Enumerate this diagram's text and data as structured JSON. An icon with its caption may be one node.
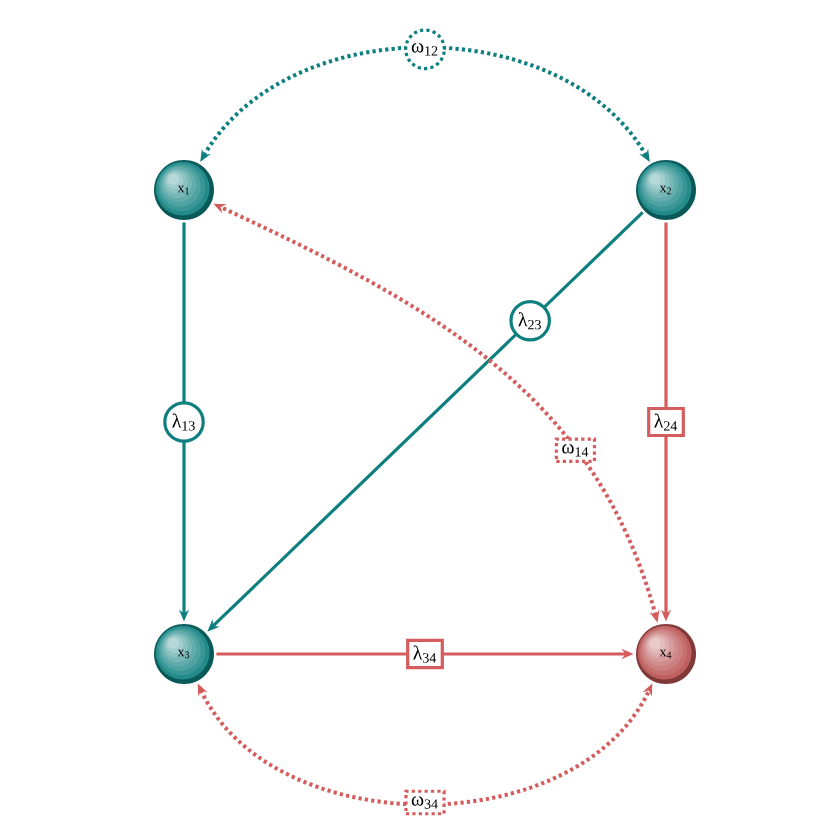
{
  "diagram": {
    "nodes": [
      {
        "text": [
          "x$_{1}$"
        ]
      },
      {
        "text": [
          "x$_{2}$"
        ]
      },
      {
        "text": [
          "x$_{3}$"
        ]
      },
      {
        "text": [
          "x$_{4}$"
        ]
      }
    ],
    "edges": [
      {
        "from": 0,
        "to": 2,
        "arrow": "to",
        "label": "λ$_{13}$",
        "color": "#0e7f7f"
      },
      {
        "from": 1,
        "to": 2,
        "arrow": "to",
        "label": "λ$_{23}$",
        "color": "#0e7f7f"
      },
      {
        "from": 1,
        "to": 3,
        "arrow": "to",
        "label": "λ$_{24}$",
        "color": "#d45c5c"
      },
      {
        "from": 2,
        "to": 3,
        "arrow": "to",
        "label": "λ$_{34}$",
        "color": "#d45c5c"
      },
      {
        "from": 0,
        "to": 1,
        "arrow": "both",
        "label": "ω$_{12}$",
        "style": "dashed",
        "color": "#0e7f7f"
      },
      {
        "from": 3,
        "to": 0,
        "arrow": "both",
        "label": "ω$_{14}$",
        "style": "dashed",
        "color": "#d45c5c"
      },
      {
        "from": 2,
        "to": 3,
        "arrow": "both",
        "label": "ω$_{34}$",
        "style": "dashed",
        "color": "#d45c5c"
      }
    ]
  }
}
